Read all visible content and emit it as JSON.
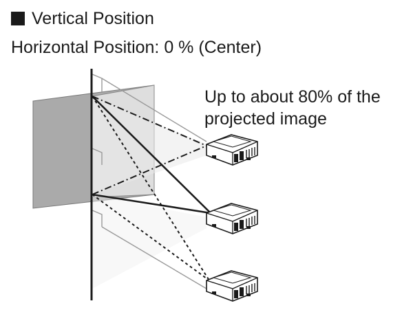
{
  "heading": {
    "label": "Vertical Position",
    "icon": "black-square-bullet"
  },
  "subheading": "Horizontal Position: 0 % (Center)",
  "caption": {
    "line1": "Up to about 80% of the",
    "line2": "projected image"
  },
  "colors": {
    "text": "#1a1a1a",
    "screen_dark": "#aaaaaa",
    "screen_light": "#dddddd",
    "lines": "#1a1a1a"
  }
}
